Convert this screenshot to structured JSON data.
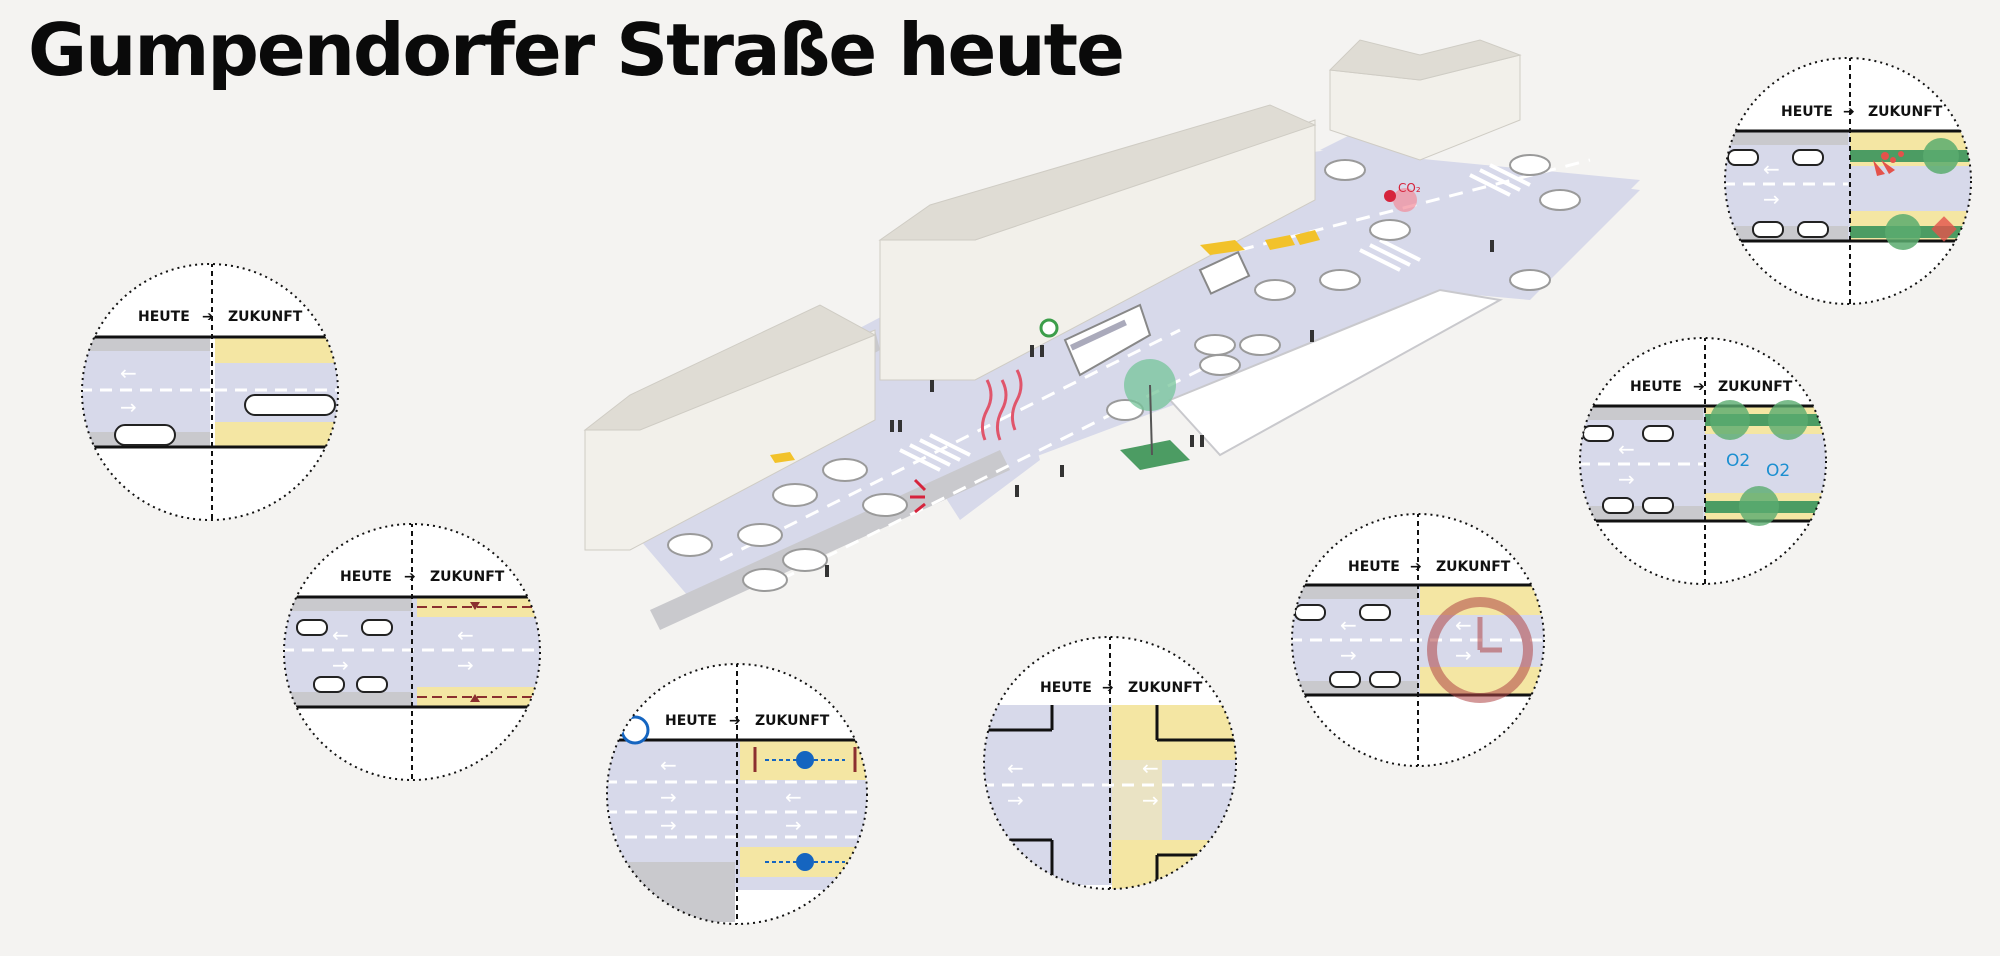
{
  "title": "Gumpendorfer Straße heute",
  "labels": {
    "heute": "HEUTE",
    "zukunft": "ZUKUNFT",
    "arrow": "➔"
  },
  "annotations": {
    "o2": "O2",
    "co2": "CO₂"
  },
  "icons": {
    "bus_stop": "bus-stop-icon",
    "pedestrian": "pedestrian-icon",
    "clock": "clock-icon",
    "car": "car-icon"
  },
  "colors": {
    "background": "#f4f3f1",
    "road": "#d7d9ea",
    "sidewalk": "#c9c9cd",
    "future_sidewalk": "#f4e6a3",
    "building": "#f2f0ea",
    "green": "#5aab6f",
    "red_accent": "#d6243c",
    "marker_brown": "#8b2f2f",
    "blue_icon": "#1565c0"
  }
}
